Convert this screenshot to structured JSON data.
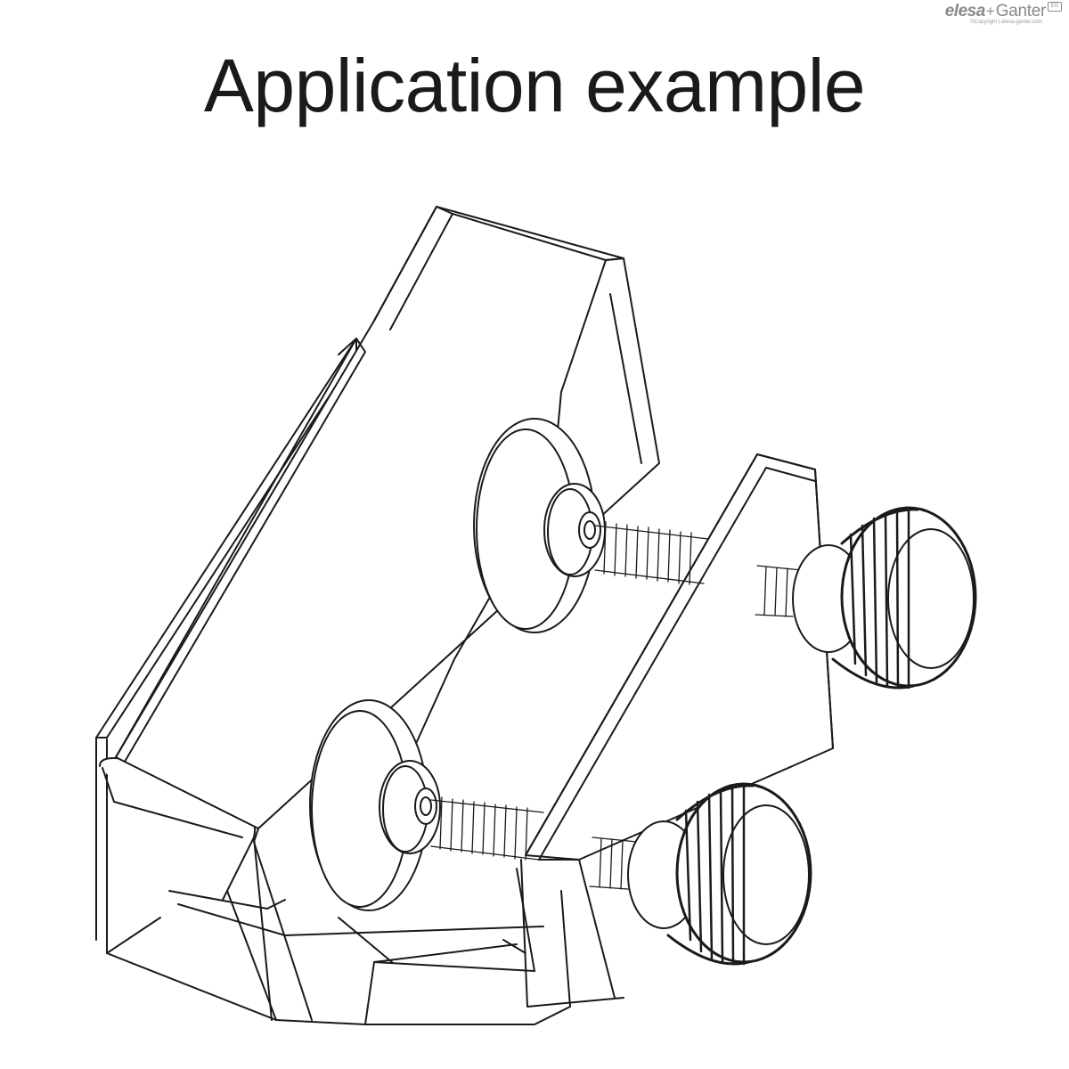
{
  "title": "Application example",
  "logo": {
    "brand_left": "elesa",
    "plus": "+",
    "brand_right": "Ganter",
    "badge": "EG",
    "copyright": "©Copyright | elesa-ganter.com"
  }
}
